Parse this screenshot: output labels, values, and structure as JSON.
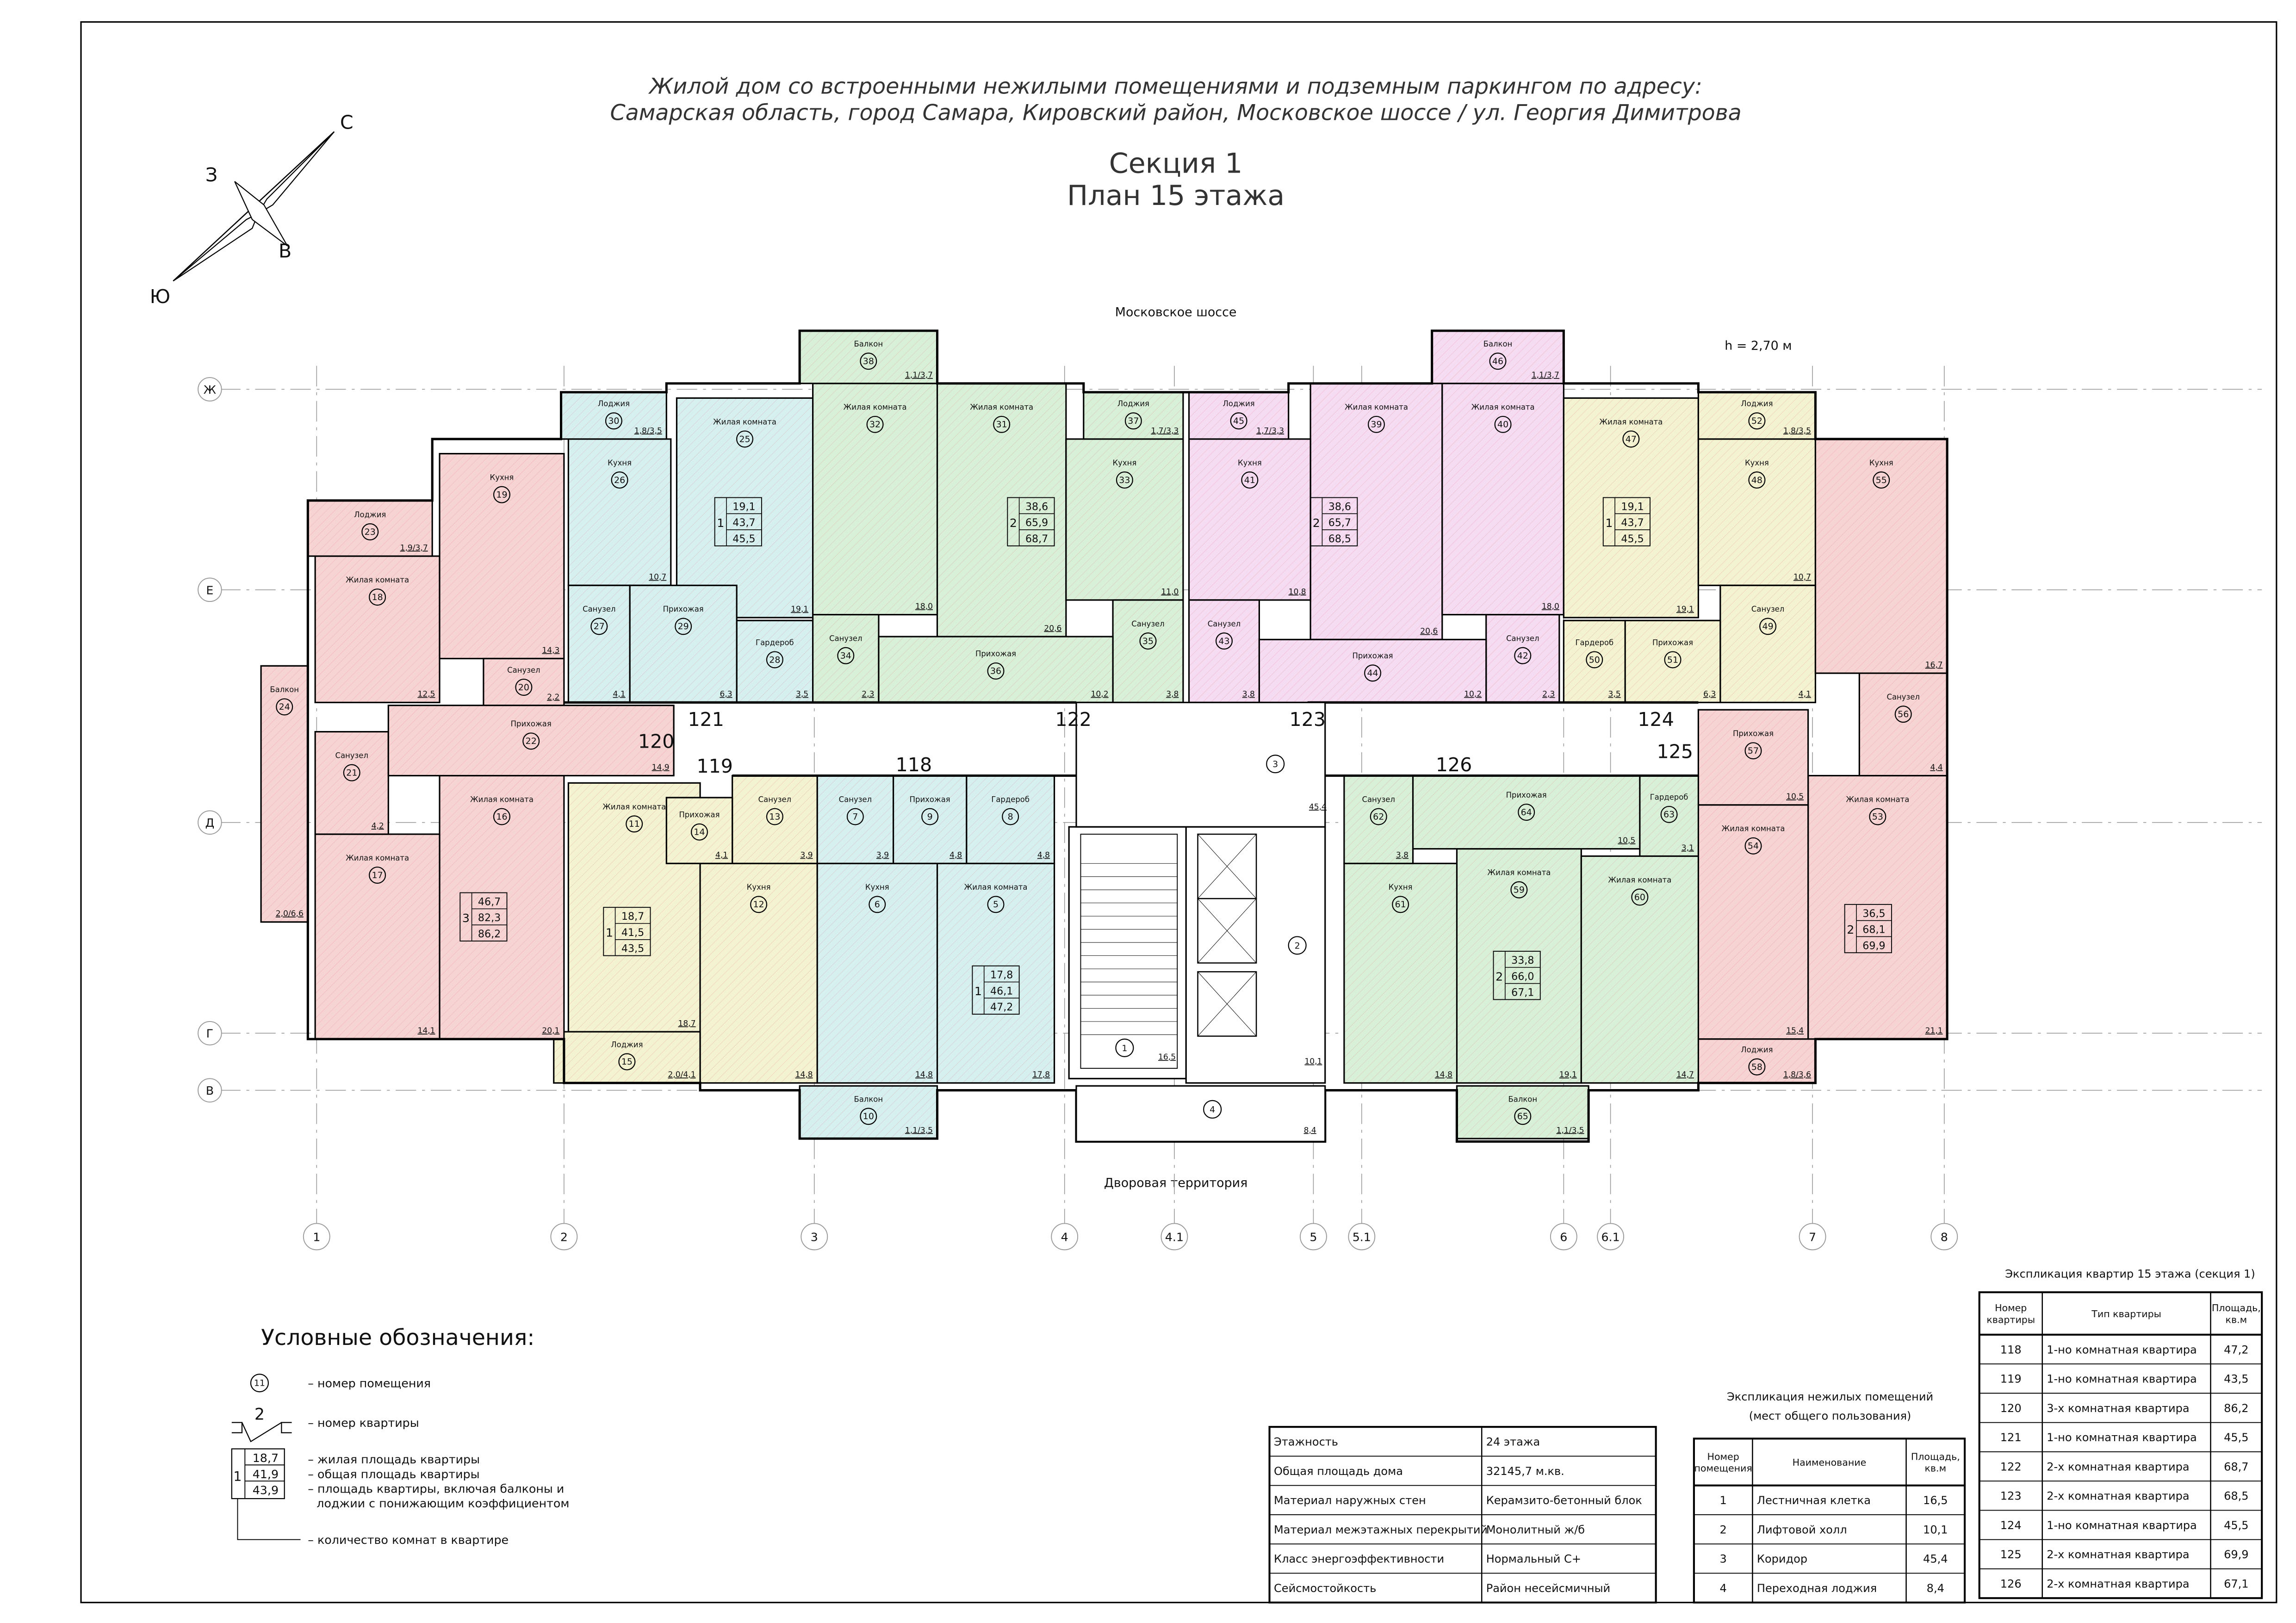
{
  "title": {
    "line1": "Жилой дом со встроенными нежилыми помещениями и подземным паркингом по адресу:",
    "line2": "Самарская область, город Самара, Кировский район, Московское шоссе / ул. Георгия Димитрова",
    "section": "Секция 1",
    "floor": "План 15 этажа"
  },
  "compass": {
    "north": "С",
    "south": "Ю",
    "west": "З",
    "east": "В"
  },
  "streets": {
    "top": "Московское шоссе",
    "bottom": "Дворовая территория"
  },
  "ceiling_height": "h = 2,70 м",
  "axes": {
    "rows": [
      "Ж",
      "Е",
      "Д",
      "Г",
      "В"
    ],
    "cols": [
      "1",
      "2",
      "3",
      "4",
      "4.1",
      "5",
      "5.1",
      "6",
      "6.1",
      "7",
      "8"
    ]
  },
  "apartments": [
    {
      "num": "118",
      "color": "#d6f0f0"
    },
    {
      "num": "119",
      "color": "#f3f3d2"
    },
    {
      "num": "120",
      "color": "#f7d4d4"
    },
    {
      "num": "121",
      "color": "#d6f0f0"
    },
    {
      "num": "122",
      "color": "#d8f0d8"
    },
    {
      "num": "123",
      "color": "#f5dcf2"
    },
    {
      "num": "124",
      "color": "#f3f3d2"
    },
    {
      "num": "125",
      "color": "#f7d4d4"
    },
    {
      "num": "126",
      "color": "#d8f0d8"
    }
  ],
  "rooms": [
    {
      "num": "5",
      "name": "Жилая комната",
      "area": "17,8",
      "apt": "118"
    },
    {
      "num": "6",
      "name": "Кухня",
      "area": "14,8",
      "apt": "118"
    },
    {
      "num": "7",
      "name": "Санузел",
      "area": "3,9",
      "apt": "118"
    },
    {
      "num": "8",
      "name": "Гардероб",
      "area": "4,8",
      "apt": "118"
    },
    {
      "num": "9",
      "name": "Прихожая",
      "area": "4,8",
      "apt": "118"
    },
    {
      "num": "10",
      "name": "Балкон",
      "area": "1,1/3,5",
      "apt": "118"
    },
    {
      "num": "11",
      "name": "Жилая комната",
      "area": "18,7",
      "apt": "119"
    },
    {
      "num": "12",
      "name": "Кухня",
      "area": "14,8",
      "apt": "119"
    },
    {
      "num": "13",
      "name": "Санузел",
      "area": "3,9",
      "apt": "119"
    },
    {
      "num": "14",
      "name": "Прихожая",
      "area": "4,1",
      "apt": "119"
    },
    {
      "num": "15",
      "name": "Лоджия",
      "area": "2,0/4,1",
      "apt": "119"
    },
    {
      "num": "16",
      "name": "Жилая комната",
      "area": "20,1",
      "apt": "120"
    },
    {
      "num": "17",
      "name": "Жилая комната",
      "area": "14,1",
      "apt": "120"
    },
    {
      "num": "18",
      "name": "Жилая комната",
      "area": "12,5",
      "apt": "120"
    },
    {
      "num": "19",
      "name": "Кухня",
      "area": "14,3",
      "apt": "120"
    },
    {
      "num": "20",
      "name": "Санузел",
      "area": "2,2",
      "apt": "120"
    },
    {
      "num": "21",
      "name": "Санузел",
      "area": "4,2",
      "apt": "120"
    },
    {
      "num": "22",
      "name": "Прихожая",
      "area": "14,9",
      "apt": "120"
    },
    {
      "num": "23",
      "name": "Лоджия",
      "area": "1,9/3,7",
      "apt": "120"
    },
    {
      "num": "24",
      "name": "Балкон",
      "area": "2,0/6,6",
      "apt": "120"
    },
    {
      "num": "25",
      "name": "Жилая комната",
      "area": "19,1",
      "apt": "121"
    },
    {
      "num": "26",
      "name": "Кухня",
      "area": "10,7",
      "apt": "121"
    },
    {
      "num": "27",
      "name": "Санузел",
      "area": "4,1",
      "apt": "121"
    },
    {
      "num": "28",
      "name": "Гардероб",
      "area": "3,5",
      "apt": "121"
    },
    {
      "num": "29",
      "name": "Прихожая",
      "area": "6,3",
      "apt": "121"
    },
    {
      "num": "30",
      "name": "Лоджия",
      "area": "1,8/3,5",
      "apt": "121"
    },
    {
      "num": "31",
      "name": "Жилая комната",
      "area": "20,6",
      "apt": "122"
    },
    {
      "num": "32",
      "name": "Жилая комната",
      "area": "18,0",
      "apt": "122"
    },
    {
      "num": "33",
      "name": "Кухня",
      "area": "11,0",
      "apt": "122"
    },
    {
      "num": "34",
      "name": "Санузел",
      "area": "2,3",
      "apt": "122"
    },
    {
      "num": "35",
      "name": "Санузел",
      "area": "3,8",
      "apt": "122"
    },
    {
      "num": "36",
      "name": "Прихожая",
      "area": "10,2",
      "apt": "122"
    },
    {
      "num": "37",
      "name": "Лоджия",
      "area": "1,7/3,3",
      "apt": "122"
    },
    {
      "num": "38",
      "name": "Балкон",
      "area": "1,1/3,7",
      "apt": "122"
    },
    {
      "num": "39",
      "name": "Жилая комната",
      "area": "20,6",
      "apt": "123"
    },
    {
      "num": "40",
      "name": "Жилая комната",
      "area": "18,0",
      "apt": "123"
    },
    {
      "num": "41",
      "name": "Кухня",
      "area": "10,8",
      "apt": "123"
    },
    {
      "num": "42",
      "name": "Санузел",
      "area": "2,3",
      "apt": "123"
    },
    {
      "num": "43",
      "name": "Санузел",
      "area": "3,8",
      "apt": "123"
    },
    {
      "num": "44",
      "name": "Прихожая",
      "area": "10,2",
      "apt": "123"
    },
    {
      "num": "45",
      "name": "Лоджия",
      "area": "1,7/3,3",
      "apt": "123"
    },
    {
      "num": "46",
      "name": "Балкон",
      "area": "1,1/3,7",
      "apt": "123"
    },
    {
      "num": "47",
      "name": "Жилая комната",
      "area": "19,1",
      "apt": "124"
    },
    {
      "num": "48",
      "name": "Кухня",
      "area": "10,7",
      "apt": "124"
    },
    {
      "num": "49",
      "name": "Санузел",
      "area": "4,1",
      "apt": "124"
    },
    {
      "num": "50",
      "name": "Гардероб",
      "area": "3,5",
      "apt": "124"
    },
    {
      "num": "51",
      "name": "Прихожая",
      "area": "6,3",
      "apt": "124"
    },
    {
      "num": "52",
      "name": "Лоджия",
      "area": "1,8/3,5",
      "apt": "124"
    },
    {
      "num": "53",
      "name": "Жилая комната",
      "area": "21,1",
      "apt": "125"
    },
    {
      "num": "54",
      "name": "Жилая комната",
      "area": "15,4",
      "apt": "125"
    },
    {
      "num": "55",
      "name": "Кухня",
      "area": "16,7",
      "apt": "125"
    },
    {
      "num": "56",
      "name": "Санузел",
      "area": "4,4",
      "apt": "125"
    },
    {
      "num": "57",
      "name": "Прихожая",
      "area": "10,5",
      "apt": "125"
    },
    {
      "num": "58",
      "name": "Лоджия",
      "area": "1,8/3,6",
      "apt": "125"
    },
    {
      "num": "59",
      "name": "Жилая комната",
      "area": "19,1",
      "apt": "126"
    },
    {
      "num": "60",
      "name": "Жилая комната",
      "area": "14,7",
      "apt": "126"
    },
    {
      "num": "61",
      "name": "Кухня",
      "area": "14,8",
      "apt": "126"
    },
    {
      "num": "62",
      "name": "Санузел",
      "area": "3,8",
      "apt": "126"
    },
    {
      "num": "63",
      "name": "Гардероб",
      "area": "3,1",
      "apt": "126"
    },
    {
      "num": "64",
      "name": "Прихожая",
      "area": "10,5",
      "apt": "126"
    },
    {
      "num": "65",
      "name": "Балкон",
      "area": "1,1/3,5",
      "apt": "126"
    }
  ],
  "common_rooms": [
    {
      "num": "1",
      "area": "16,5"
    },
    {
      "num": "2",
      "area": "10,1"
    },
    {
      "num": "3",
      "area": "45,4"
    },
    {
      "num": "4",
      "area": "8,4"
    }
  ],
  "summaries": [
    {
      "apt": "118",
      "rooms": "1",
      "living": "17,8",
      "total": "46,1",
      "with_balconies": "47,2"
    },
    {
      "apt": "119",
      "rooms": "1",
      "living": "18,7",
      "total": "41,5",
      "with_balconies": "43,5"
    },
    {
      "apt": "120",
      "rooms": "3",
      "living": "46,7",
      "total": "82,3",
      "with_balconies": "86,2"
    },
    {
      "apt": "121",
      "rooms": "1",
      "living": "19,1",
      "total": "43,7",
      "with_balconies": "45,5"
    },
    {
      "apt": "122",
      "rooms": "2",
      "living": "38,6",
      "total": "65,9",
      "with_balconies": "68,7"
    },
    {
      "apt": "123",
      "rooms": "2",
      "living": "38,6",
      "total": "65,7",
      "with_balconies": "68,5"
    },
    {
      "apt": "124",
      "rooms": "1",
      "living": "19,1",
      "total": "43,7",
      "with_balconies": "45,5"
    },
    {
      "apt": "125",
      "rooms": "2",
      "living": "36,5",
      "total": "68,1",
      "with_balconies": "69,9"
    },
    {
      "apt": "126",
      "rooms": "2",
      "living": "33,8",
      "total": "66,0",
      "with_balconies": "67,1"
    }
  ],
  "legend": {
    "title": "Условные обозначения:",
    "room_sample": "11",
    "room_label": "– номер помещения",
    "apt_sample": "2",
    "apt_label": "– номер квартиры",
    "box_rooms": "1",
    "box_values": [
      "18,7",
      "41,9",
      "43,9"
    ],
    "box_labels": [
      "– жилая площадь квартиры",
      "– общая площадь квартиры",
      "– площадь квартиры, включая балконы и",
      "лоджии с понижающим коэффициентом"
    ],
    "rooms_count_label": "– количество комнат в квартире"
  },
  "specs_table": {
    "rows": [
      [
        "Этажность",
        "24 этажа"
      ],
      [
        "Общая площадь дома",
        "32145,7 м.кв."
      ],
      [
        "Материал наружных стен",
        "Керамзито-бетонный блок"
      ],
      [
        "Материал межэтажных перекрытий",
        "Монолитный ж/б"
      ],
      [
        "Класс энергоэффективности",
        "Нормальный С+"
      ],
      [
        "Сейсмостойкость",
        "Район несейсмичный"
      ]
    ]
  },
  "common_table": {
    "title1": "Экспликация нежилых помещений",
    "title2": "(мест общего пользования)",
    "headers": [
      "Номер помещения",
      "Наименование",
      "Площадь, кв.м"
    ],
    "rows": [
      [
        "1",
        "Лестничная клетка",
        "16,5"
      ],
      [
        "2",
        "Лифтовой холл",
        "10,1"
      ],
      [
        "3",
        "Коридор",
        "45,4"
      ],
      [
        "4",
        "Переходная лоджия",
        "8,4"
      ]
    ]
  },
  "apt_table": {
    "title": "Экспликация квартир 15 этажа (секция 1)",
    "headers": [
      "Номер квартиры",
      "Тип квартиры",
      "Площадь, кв.м"
    ],
    "rows": [
      [
        "118",
        "1-но комнатная квартира",
        "47,2"
      ],
      [
        "119",
        "1-но комнатная квартира",
        "43,5"
      ],
      [
        "120",
        "3-х комнатная квартира",
        "86,2"
      ],
      [
        "121",
        "1-но комнатная квартира",
        "45,5"
      ],
      [
        "122",
        "2-х комнатная квартира",
        "68,7"
      ],
      [
        "123",
        "2-х комнатная квартира",
        "68,5"
      ],
      [
        "124",
        "1-но комнатная квартира",
        "45,5"
      ],
      [
        "125",
        "2-х комнатная квартира",
        "69,9"
      ],
      [
        "126",
        "2-х комнатная квартира",
        "67,1"
      ]
    ]
  }
}
